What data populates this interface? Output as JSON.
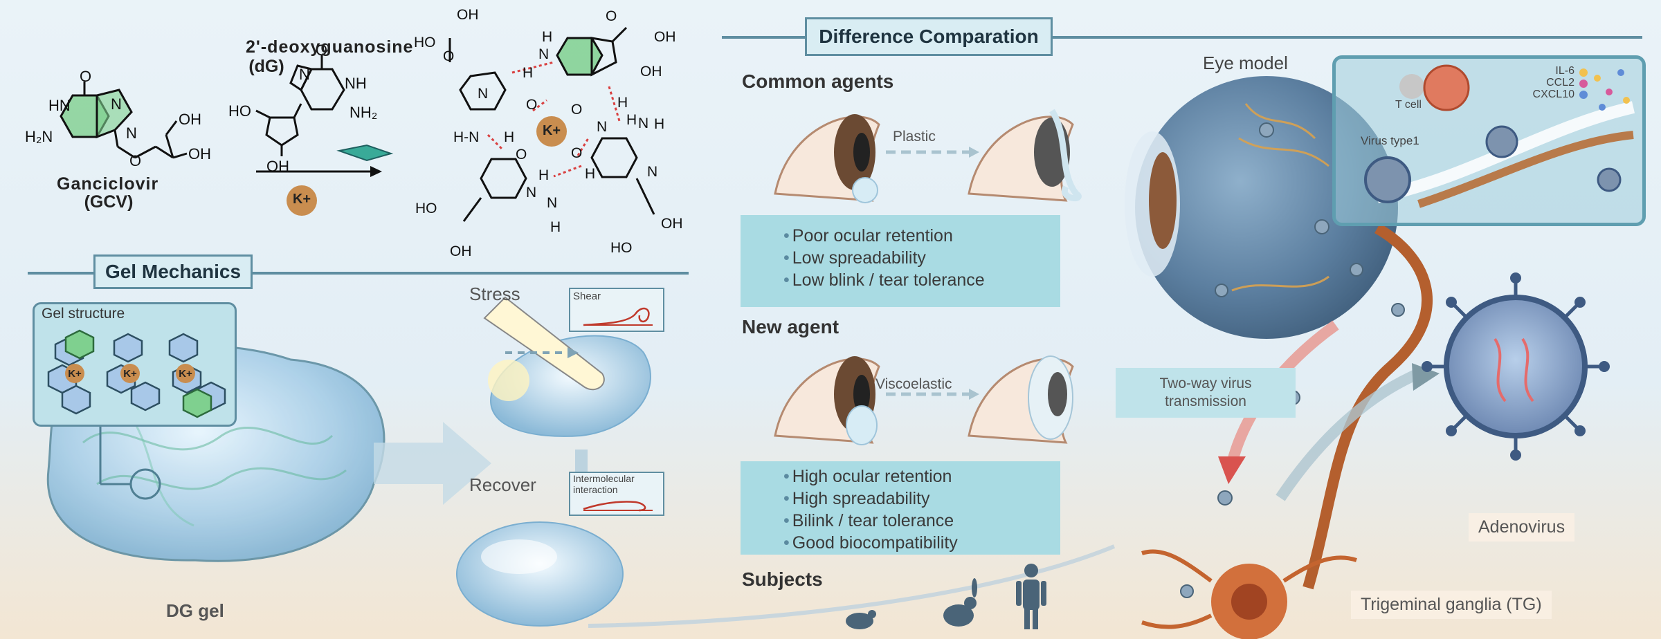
{
  "chemistry": {
    "dg_title": "2'-deoxyguanosine",
    "dg_abbr": "(dG)",
    "gcv_name": "Ganciclovir",
    "gcv_abbr": "(GCV)",
    "ion_label": "K+"
  },
  "gel_mechanics": {
    "header": "Gel Mechanics",
    "structure_label": "Gel structure",
    "gel_label": "DG gel",
    "stress_label": "Stress",
    "recover_label": "Recover",
    "shear_label": "Shear",
    "intermolecular_label": "Intermolecular interaction",
    "ion_label": "K+"
  },
  "comparison": {
    "header": "Difference Comparation",
    "common": {
      "title": "Common agents",
      "arrow_label": "Plastic",
      "items": [
        "Poor ocular retention",
        "Low spreadability",
        "Low blink / tear tolerance"
      ]
    },
    "new": {
      "title": "New agent",
      "arrow_label": "Viscoelastic",
      "items": [
        "High ocular retention",
        "High spreadability",
        "Bilink / tear tolerance",
        "Good biocompatibility"
      ]
    },
    "subjects_label": "Subjects"
  },
  "eye": {
    "model_label": "Eye model",
    "t_cell_label": "T cell",
    "cytokines": [
      "IL-6",
      "CCL2",
      "CXCL10"
    ],
    "virus_label": "Virus type1",
    "transmission_label": "Two-way virus transmission",
    "adenovirus_label": "Adenovirus",
    "tg_label": "Trigeminal ganglia (TG)"
  },
  "colors": {
    "accent": "#5f8ea1",
    "info_box": "#a9dbe3",
    "guanine_green": "#7fd08f",
    "potassium": "#c98d4f",
    "nerve": "#b45f2e",
    "arrow_red": "#d9534f"
  }
}
